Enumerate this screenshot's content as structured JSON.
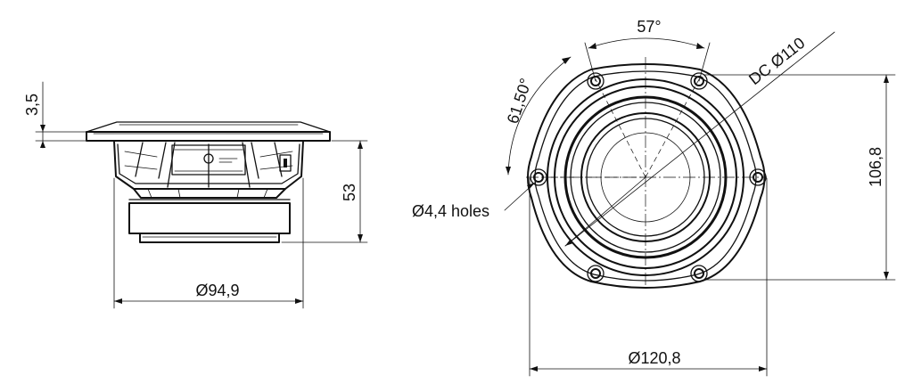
{
  "side_view": {
    "dim_flange": "3,5",
    "dim_depth": "53",
    "dim_diameter": "Ø94,9"
  },
  "front_view": {
    "dim_angle_top": "57°",
    "dim_angle_left": "61,50°",
    "dim_bolt_circle": "DC Ø110",
    "dim_holes": "Ø4,4 holes",
    "dim_height": "106,8",
    "dim_width": "Ø120,8"
  }
}
